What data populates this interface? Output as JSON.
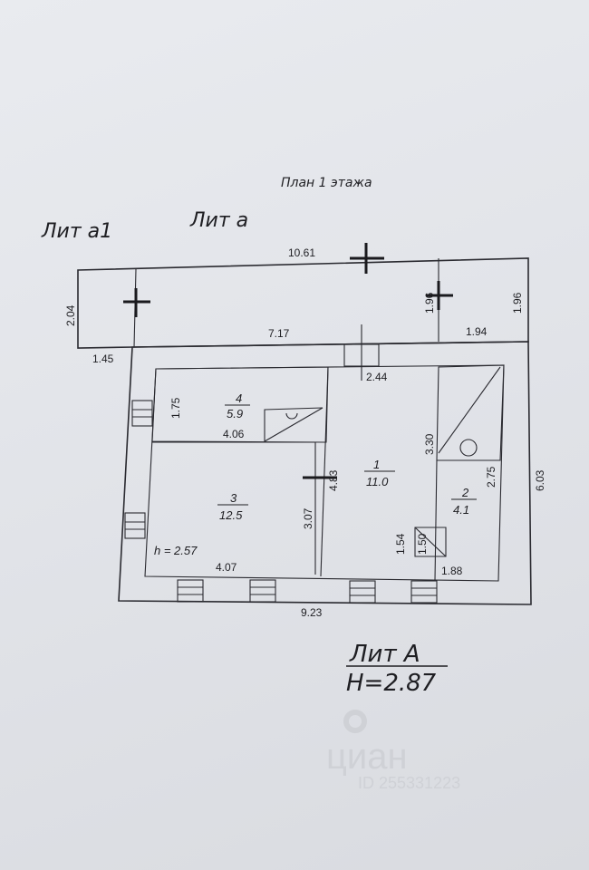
{
  "plan": {
    "title": "План 1 этажа",
    "lit_a1": "Лит а1",
    "lit_a_small": "Лит а",
    "lit_A": "Лит А",
    "height_A": "H=2.87"
  },
  "dimensions": {
    "top_total": "10.61",
    "left_annex": "2.04",
    "annex_right_inner": "1.96",
    "annex_right_outer": "1.96",
    "annex_bottom_left": "1.45",
    "annex_bottom_mid": "7.17",
    "annex_bottom_right": "1.94",
    "room1_top": "2.44",
    "room4_height": "1.75",
    "room4_width": "4.06",
    "room3_height": "3.07",
    "wall_inner": "4.83",
    "room2_top_h": "3.30",
    "room2_h": "2.75",
    "outer_right": "6.03",
    "stair_w": "1.54",
    "stair_h": "1.50",
    "room2_width": "1.88",
    "room3_width": "4.07",
    "bottom_total": "9.23",
    "room3_ceiling": "h = 2.57"
  },
  "rooms": [
    {
      "num": "4",
      "area": "5.9"
    },
    {
      "num": "3",
      "area": "12.5"
    },
    {
      "num": "1",
      "area": "11.0"
    },
    {
      "num": "2",
      "area": "4.1"
    }
  ],
  "watermark": {
    "brand": "циан",
    "id": "ID 255331223"
  }
}
